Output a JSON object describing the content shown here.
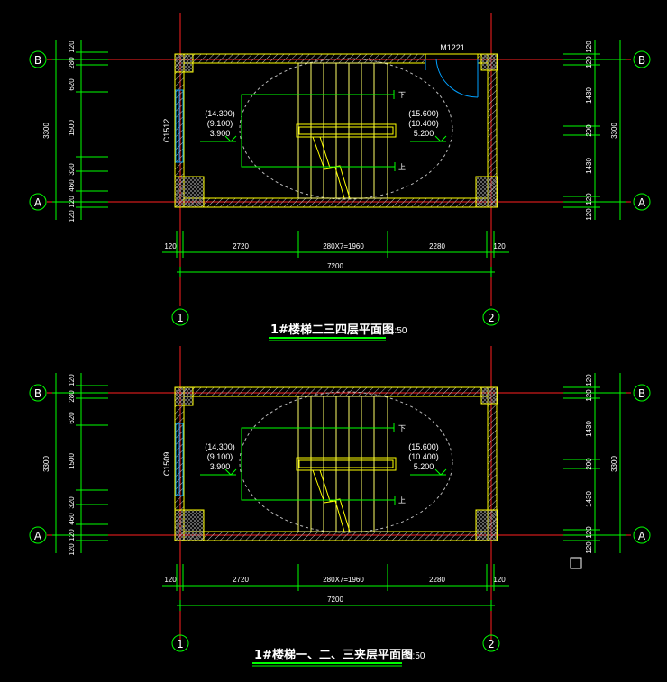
{
  "colors": {
    "background": "#000000",
    "axis_line": "#ff2020",
    "dimension": "#00ff00",
    "wall": "#ffff00",
    "stair": "#ffff66",
    "text": "#ffffff",
    "window": "#00a0ff",
    "hatch": "#c0c0c0",
    "title_underline": "#00ff00"
  },
  "axes": {
    "row_top": "B",
    "row_bottom": "A",
    "col_left": "1",
    "col_right": "2"
  },
  "plans": [
    {
      "title": "1#楼梯二三四层平面图",
      "scale": "1:50",
      "window_tag": "C1512",
      "door_tag": "M1221",
      "left_levels": [
        "(14.300)",
        "(9.100)",
        "3.900"
      ],
      "right_levels": [
        "(15.600)",
        "(10.400)",
        "5.200"
      ],
      "arrow_down": "下",
      "arrow_up": "上",
      "left_dims": [
        "120",
        "280",
        "620",
        "1500",
        "320",
        "460",
        "120",
        "120"
      ],
      "left_total": "3300",
      "right_dims": [
        "120",
        "120",
        "1430",
        "200",
        "1430",
        "120",
        "120"
      ],
      "right_total": "3300",
      "bottom_dims": [
        "120",
        "2720",
        "280X7=1960",
        "2280",
        "120"
      ],
      "bottom_total": "7200"
    },
    {
      "title": "1#楼梯一、二、三夹层平面图",
      "scale": "1:50",
      "window_tag": "C1509",
      "door_tag": "",
      "left_levels": [
        "(14.300)",
        "(9.100)",
        "3.900"
      ],
      "right_levels": [
        "(15.600)",
        "(10.400)",
        "5.200"
      ],
      "arrow_down": "下",
      "arrow_up": "上",
      "left_dims": [
        "120",
        "280",
        "620",
        "1500",
        "320",
        "460",
        "120",
        "120"
      ],
      "left_total": "3300",
      "right_dims": [
        "120",
        "120",
        "1430",
        "200",
        "1430",
        "120",
        "120"
      ],
      "right_total": "3300",
      "bottom_dims": [
        "120",
        "2720",
        "280X7=1960",
        "2280",
        "120"
      ],
      "bottom_total": "7200"
    }
  ]
}
